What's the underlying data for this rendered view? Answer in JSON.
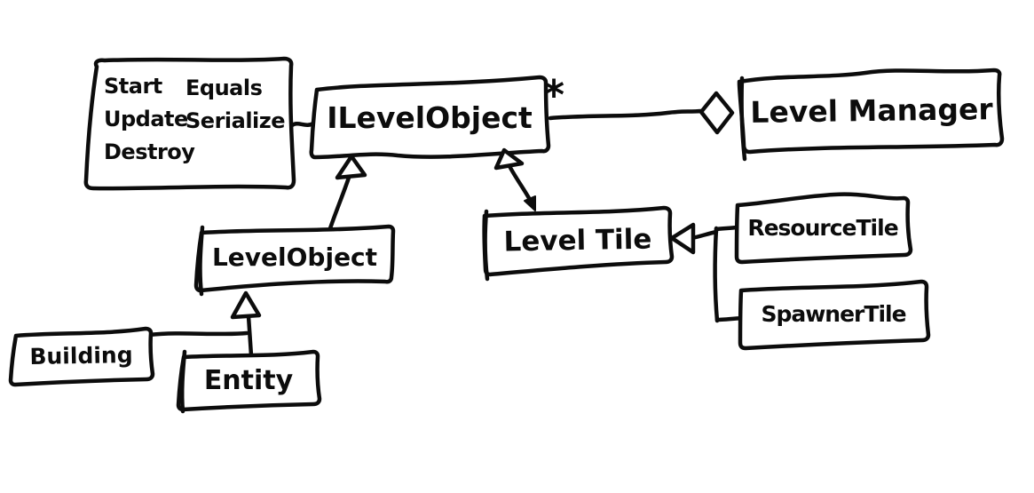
{
  "canvas": {
    "background": "#ffffff",
    "ink_color": "#0c0c0c",
    "diagram_type": "hand-drawn UML class diagram"
  },
  "nodes": {
    "methods_note": {
      "col1": [
        "Start",
        "Update",
        "Destroy"
      ],
      "col2": [
        "Equals",
        "Serialize"
      ]
    },
    "ilevelobject": {
      "label": "ILevelObject"
    },
    "level_manager": {
      "label": "Level Manager"
    },
    "levelobject": {
      "label": "LevelObject"
    },
    "level_tile": {
      "label": "Level Tile"
    },
    "resource_tile": {
      "label": "ResourceTile"
    },
    "spawner_tile": {
      "label": "SpawnerTile"
    },
    "building": {
      "label": "Building"
    },
    "entity": {
      "label": "Entity"
    }
  },
  "edges": {
    "aggregation": {
      "from": "ILevelObject",
      "to": "Level Manager",
      "type": "aggregation (hollow diamond at LevelManager side)",
      "multiplicity": "*"
    },
    "note_link": {
      "from": "methods note",
      "to": "ILevelObject",
      "type": "plain connector"
    },
    "inherit_levelobject": {
      "from": "LevelObject",
      "to": "ILevelObject",
      "type": "inheritance (hollow triangle)"
    },
    "inherit_leveltile": {
      "from": "Level Tile",
      "to": "ILevelObject",
      "type": "inheritance (hollow triangle)"
    },
    "inherit_building": {
      "from": "Building",
      "to": "LevelObject",
      "type": "inheritance (hollow triangle)"
    },
    "inherit_entity": {
      "from": "Entity",
      "to": "LevelObject",
      "type": "inheritance (hollow triangle)"
    },
    "inherit_resource_tile": {
      "from": "ResourceTile",
      "to": "Level Tile",
      "type": "inheritance (hollow triangle)"
    },
    "inherit_spawner_tile": {
      "from": "SpawnerTile",
      "to": "Level Tile",
      "type": "inheritance (hollow triangle)"
    }
  }
}
